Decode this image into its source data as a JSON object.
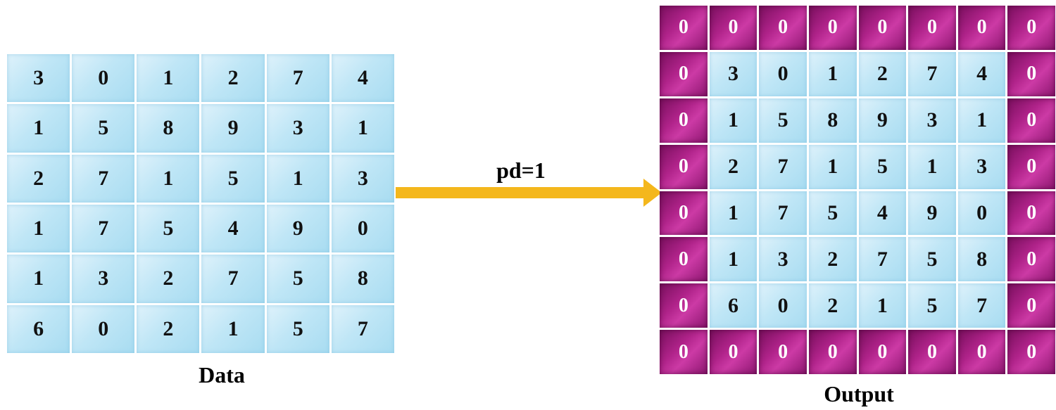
{
  "data_caption": "Data",
  "output_caption": "Output",
  "arrow_label": "pd=1",
  "colors": {
    "data_cell": "#bfe6f6",
    "pad_cell": "#b0238a",
    "arrow": "#f4b71c"
  },
  "data_matrix": [
    [
      3,
      0,
      1,
      2,
      7,
      4
    ],
    [
      1,
      5,
      8,
      9,
      3,
      1
    ],
    [
      2,
      7,
      1,
      5,
      1,
      3
    ],
    [
      1,
      7,
      5,
      4,
      9,
      0
    ],
    [
      1,
      3,
      2,
      7,
      5,
      8
    ],
    [
      6,
      0,
      2,
      1,
      5,
      7
    ]
  ],
  "output_matrix": [
    [
      0,
      0,
      0,
      0,
      0,
      0,
      0,
      0
    ],
    [
      0,
      3,
      0,
      1,
      2,
      7,
      4,
      0
    ],
    [
      0,
      1,
      5,
      8,
      9,
      3,
      1,
      0
    ],
    [
      0,
      2,
      7,
      1,
      5,
      1,
      3,
      0
    ],
    [
      0,
      1,
      7,
      5,
      4,
      9,
      0,
      0
    ],
    [
      0,
      1,
      3,
      2,
      7,
      5,
      8,
      0
    ],
    [
      0,
      6,
      0,
      2,
      1,
      5,
      7,
      0
    ],
    [
      0,
      0,
      0,
      0,
      0,
      0,
      0,
      0
    ]
  ],
  "padding": 1
}
